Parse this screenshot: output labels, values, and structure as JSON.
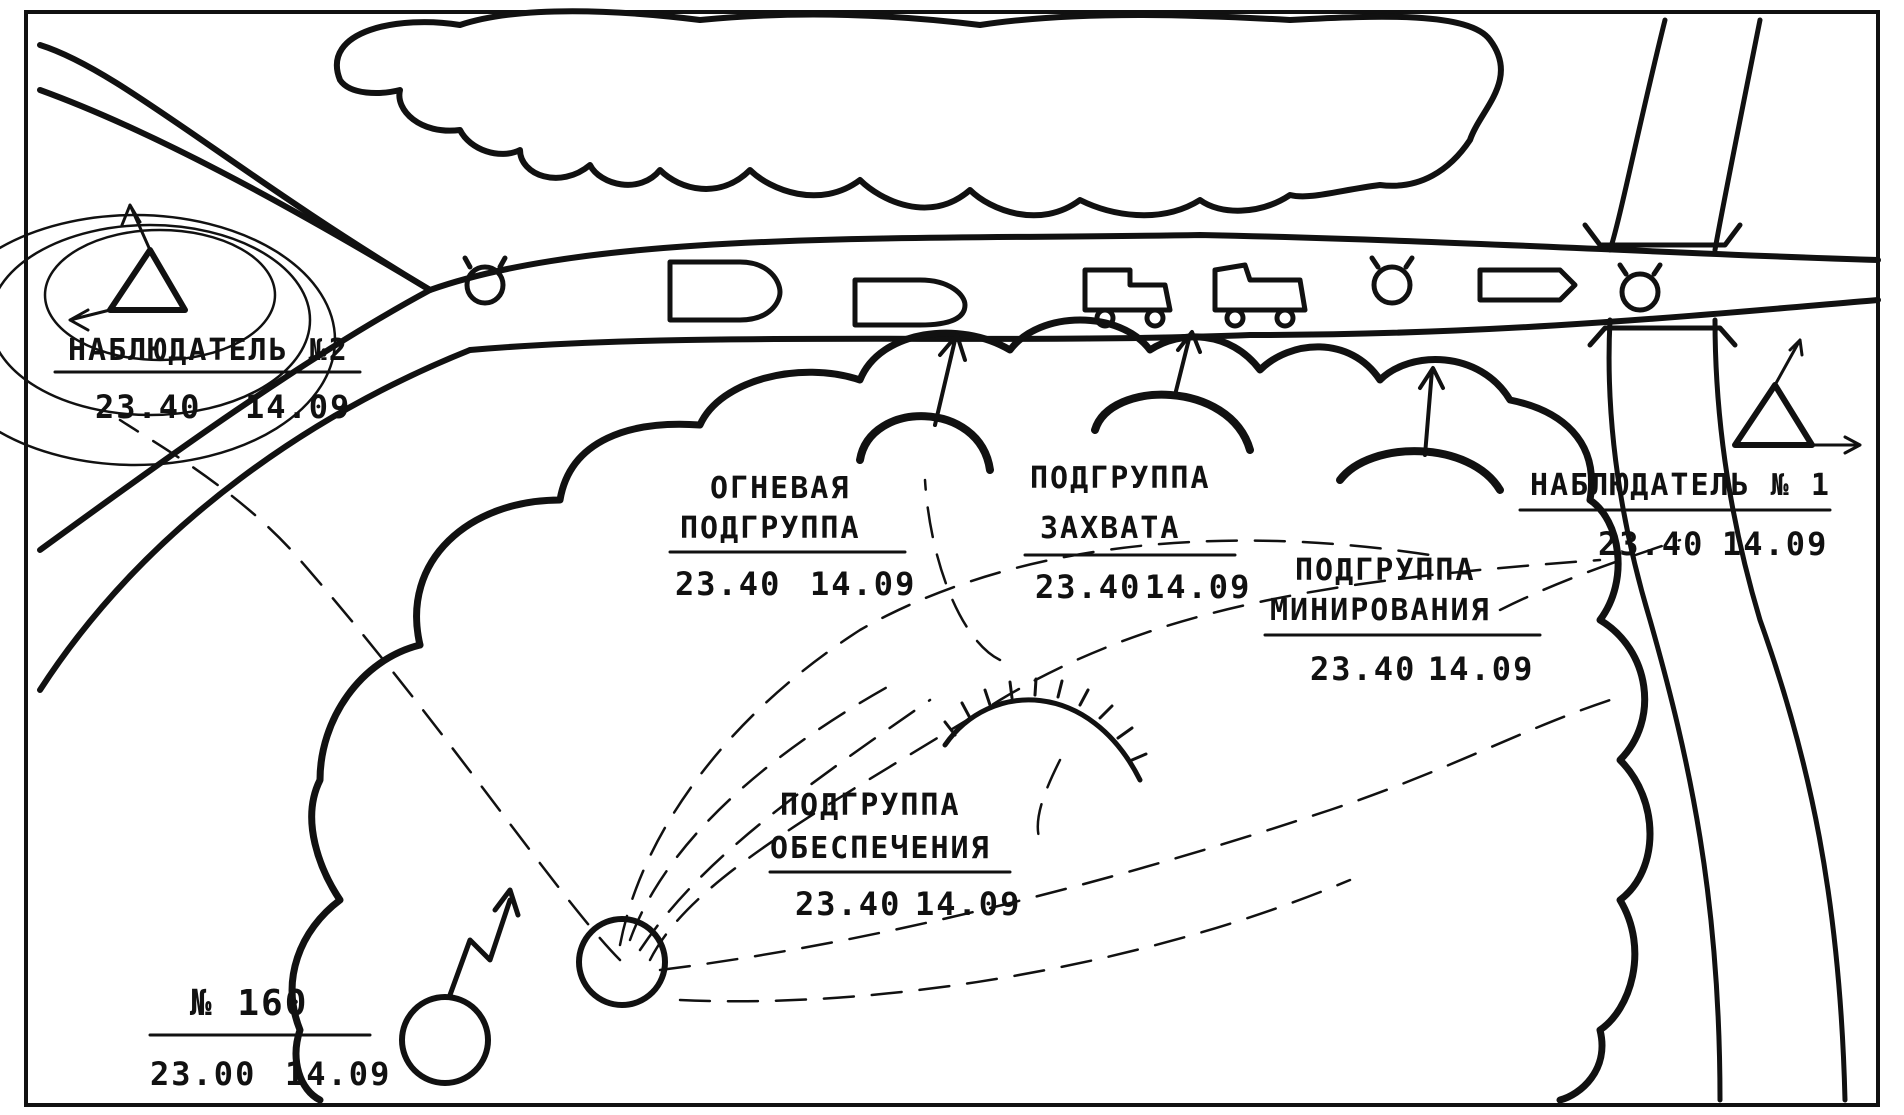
{
  "units": [
    {
      "id": "observer-2",
      "title_lines": [
        "НАБЛЮДАТЕЛЬ №2"
      ],
      "time": "23.40",
      "date": "14.09"
    },
    {
      "id": "fire-subgroup",
      "title_lines": [
        "ОГНЕВАЯ",
        "ПОДГРУППА"
      ],
      "time": "23.40",
      "date": "14.09"
    },
    {
      "id": "capture-subgroup",
      "title_lines": [
        "ПОДГРУППА",
        "ЗАХВАТА"
      ],
      "time": "23.40",
      "date": "14.09"
    },
    {
      "id": "observer-1",
      "title_lines": [
        "НАБЛЮДАТЕЛЬ № 1"
      ],
      "time": "23.40",
      "date": "14.09"
    },
    {
      "id": "mining-subgroup",
      "title_lines": [
        "ПОДГРУППА",
        "МИНИРОВАНИЯ"
      ],
      "time": "23.40",
      "date": "14.09"
    },
    {
      "id": "support-subgroup",
      "title_lines": [
        "ПОДГРУППА",
        "ОБЕСПЕЧЕНИЯ"
      ],
      "time": "23.40",
      "date": "14.09"
    },
    {
      "id": "unit-160",
      "title_lines": [
        "№ 160"
      ],
      "time": "23.00",
      "date": "14.09"
    }
  ]
}
